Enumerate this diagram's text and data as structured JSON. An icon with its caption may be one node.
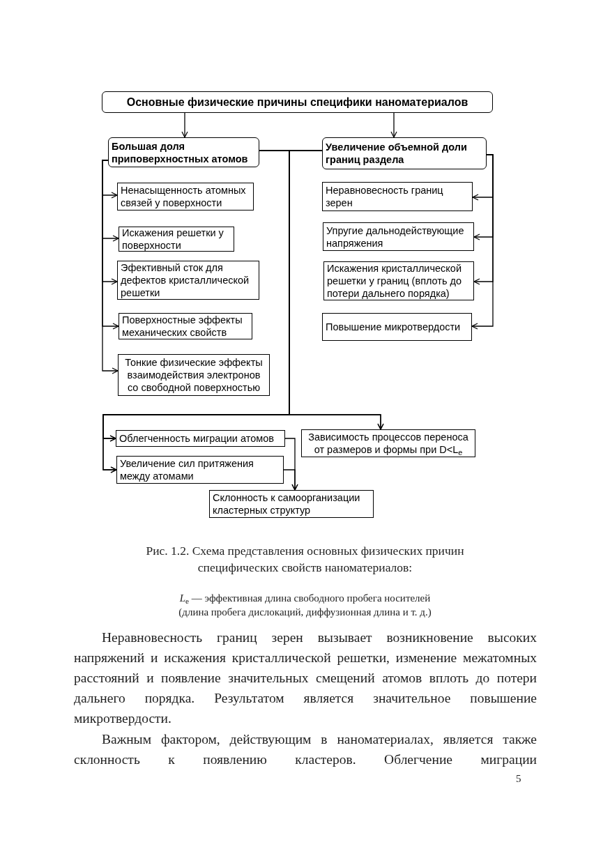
{
  "diagram": {
    "caption": "Рис. 1.2. Схема представления основных физических причин специфических свойств наноматериалов:",
    "nodes": [
      {
        "text": [
          "Основные физические причины специфики наноматериалов"
        ]
      },
      {
        "text": [
          "Большая доля приповерхностных атомов"
        ]
      },
      {
        "text": [
          "Увеличение объемной доли границ раздела"
        ]
      },
      {
        "text": [
          "Ненасыщенность атомных связей у поверхности"
        ]
      },
      {
        "text": [
          "Искажения решетки у поверхности"
        ]
      },
      {
        "text": [
          "Эфективный сток для дефектов кристаллической решетки"
        ]
      },
      {
        "text": [
          "Поверхностные эффекты механических свойств"
        ]
      },
      {
        "text": [
          "Тонкие физические эффекты взаимодействия электронов со свободной поверхностью"
        ]
      },
      {
        "text": [
          "Неравновесность границ зерен"
        ]
      },
      {
        "text": [
          "Упругие дальнодействующие напряжения"
        ]
      },
      {
        "text": [
          "Искажения кристаллической решетки у границ (вплоть до потери дальнего порядка)"
        ]
      },
      {
        "text": [
          "Повышение микротвердости"
        ]
      },
      {
        "text": [
          "Облегченность  миграции атомов"
        ]
      },
      {
        "text": [
          "Увеличение сил притяжения между атомами"
        ]
      },
      {
        "text": [
          "Зависимость процессов переноса от размеров и формы при D<L$_{e}$"
        ]
      },
      {
        "text": [
          "Склонность к самоорганизации кластерных структур"
        ]
      }
    ],
    "edges": [
      {
        "from": 0,
        "to": 1,
        "arrow": "to"
      },
      {
        "from": 0,
        "to": 2,
        "arrow": "to"
      },
      {
        "from": 1,
        "to": 3,
        "arrow": "to"
      },
      {
        "from": 1,
        "to": 4,
        "arrow": "to"
      },
      {
        "from": 1,
        "to": 5,
        "arrow": "to"
      },
      {
        "from": 1,
        "to": 6,
        "arrow": "to"
      },
      {
        "from": 1,
        "to": 7,
        "arrow": "to"
      },
      {
        "from": 2,
        "to": 8,
        "arrow": "to"
      },
      {
        "from": 2,
        "to": 9,
        "arrow": "to"
      },
      {
        "from": 2,
        "to": 10,
        "arrow": "to"
      },
      {
        "from": 2,
        "to": 11,
        "arrow": "to"
      },
      {
        "from": 1,
        "to": 12,
        "arrow": "to"
      },
      {
        "from": 1,
        "to": 13,
        "arrow": "to"
      },
      {
        "from": 1,
        "to": 14,
        "arrow": "to"
      },
      {
        "from": 2,
        "to": 12,
        "arrow": "to"
      },
      {
        "from": 2,
        "to": 13,
        "arrow": "to"
      },
      {
        "from": 2,
        "to": 14,
        "arrow": "to"
      },
      {
        "from": 12,
        "to": 15,
        "arrow": "to"
      },
      {
        "from": 13,
        "to": 15,
        "arrow": "to"
      }
    ],
    "labels": [
      "*L*$_{e}$ — эффективная длина свободного пробега носителей",
      "(длина пробега дислокаций, диффузионная длина и т. д.)",
      "Неравновесность границ зерен вызывает возникновение высоких напряжений и искажения кристаллической решетки, изменение межатомных расстояний и появление значительных смещений атомов вплоть до потери дальнего порядка. Результатом является значительное повышение микротвердости.",
      "Важным фактором, действующим в наноматериалах, является также склонность к появлению кластеров. Облегчение миграции",
      "5"
    ]
  }
}
